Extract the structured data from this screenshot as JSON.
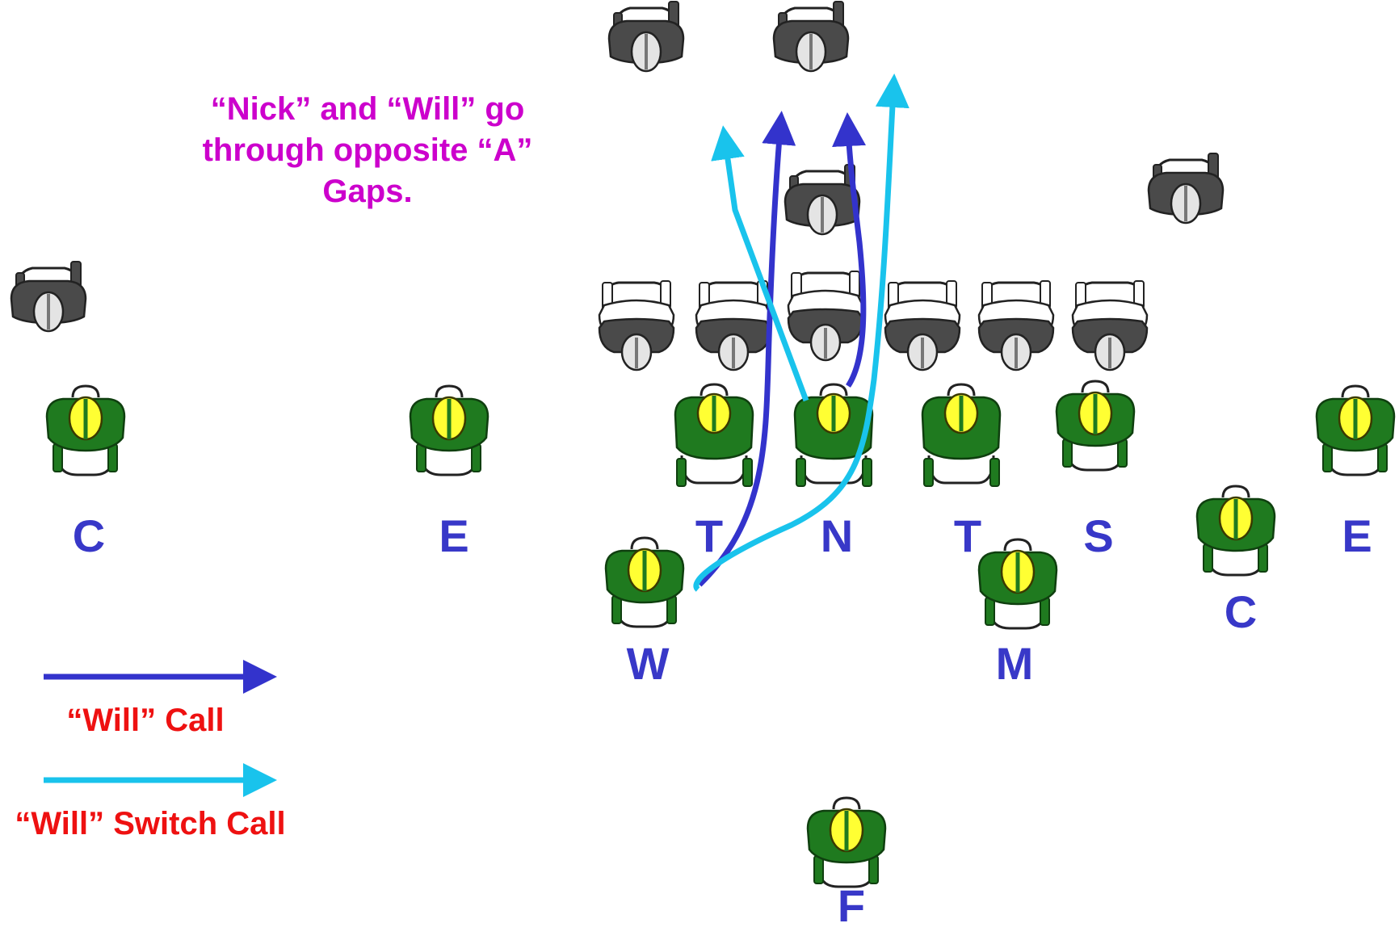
{
  "note": {
    "lines": [
      "“Nick” and “Will” go",
      "through opposite “A”",
      "Gaps."
    ],
    "color": "#cc00cc"
  },
  "positions": [
    {
      "id": "C",
      "label": "C"
    },
    {
      "id": "E",
      "label": "E"
    },
    {
      "id": "T",
      "label": "T"
    },
    {
      "id": "N",
      "label": "N"
    },
    {
      "id": "T2",
      "label": "T"
    },
    {
      "id": "S",
      "label": "S"
    },
    {
      "id": "E2",
      "label": "E"
    },
    {
      "id": "C2",
      "label": "C"
    },
    {
      "id": "W",
      "label": "W"
    },
    {
      "id": "M",
      "label": "M"
    },
    {
      "id": "F",
      "label": "F"
    }
  ],
  "legend": [
    {
      "label": "“Will” Call",
      "color": "#3333cc"
    },
    {
      "label": "“Will” Switch Call",
      "color": "#19c3ec"
    }
  ],
  "colors": {
    "position_label": "#3838c8",
    "legend_text": "#ee1111",
    "will_route": "#3333cc",
    "switch_route": "#19c3ec",
    "defender_jersey": "#1f7a1f",
    "defender_helmet": "#ffff33",
    "offense_jersey": "#4a4a4a",
    "offense_helmet": "#e0e0e0"
  },
  "icons": [
    "offensive-player-icon",
    "defensive-player-icon"
  ]
}
